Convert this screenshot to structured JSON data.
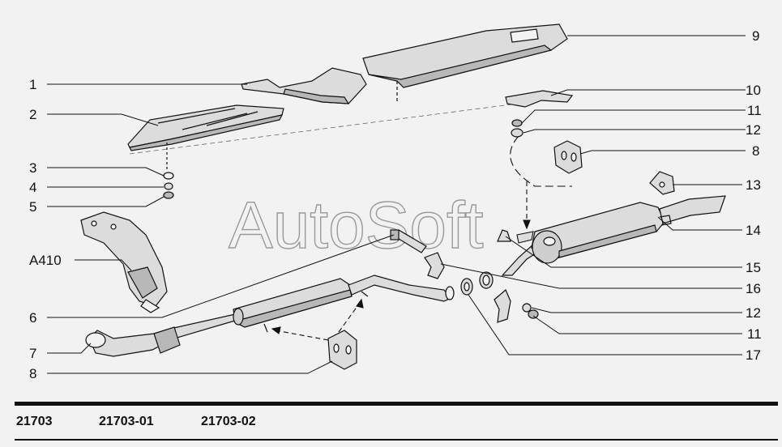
{
  "watermark": "AutoSoft",
  "callouts": [
    {
      "id": "1",
      "text": "1"
    },
    {
      "id": "2",
      "text": "2"
    },
    {
      "id": "3",
      "text": "3"
    },
    {
      "id": "4",
      "text": "4"
    },
    {
      "id": "5",
      "text": "5"
    },
    {
      "id": "a410",
      "text": "A410"
    },
    {
      "id": "6",
      "text": "6"
    },
    {
      "id": "7",
      "text": "7"
    },
    {
      "id": "8l",
      "text": "8"
    },
    {
      "id": "9",
      "text": "9"
    },
    {
      "id": "10",
      "text": "10"
    },
    {
      "id": "11a",
      "text": "11"
    },
    {
      "id": "12a",
      "text": "12"
    },
    {
      "id": "8r",
      "text": "8"
    },
    {
      "id": "13",
      "text": "13"
    },
    {
      "id": "14",
      "text": "14"
    },
    {
      "id": "15",
      "text": "15"
    },
    {
      "id": "16",
      "text": "16"
    },
    {
      "id": "12b",
      "text": "12"
    },
    {
      "id": "11b",
      "text": "11"
    },
    {
      "id": "17",
      "text": "17"
    }
  ],
  "footer": {
    "models": [
      "21703",
      "21703-01",
      "21703-02"
    ]
  },
  "colors": {
    "background": "#f2f2f2",
    "line": "#111111",
    "part_fill": "#dcdcdc",
    "part_shade": "#b8b8b8"
  }
}
